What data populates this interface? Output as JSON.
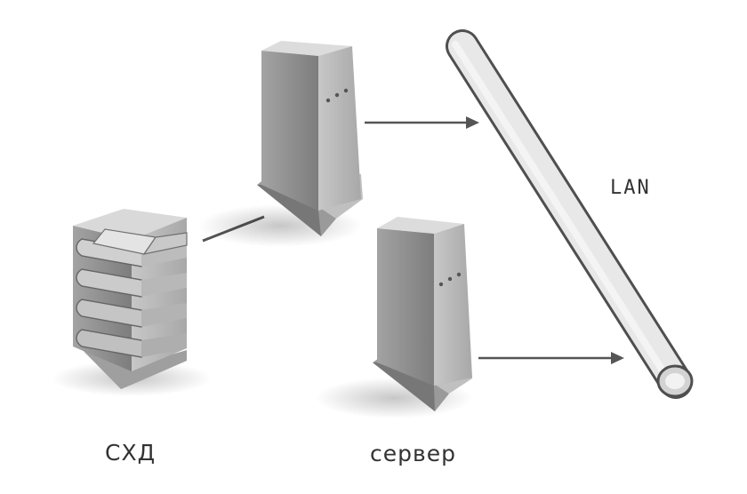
{
  "labels": {
    "network": "LAN",
    "storage": "СХД",
    "server": "сервер"
  },
  "colors": {
    "background": "#ffffff",
    "device_front": "#8e8e8e",
    "device_side": "#b9b9b9",
    "device_top": "#d8d8d8",
    "line": "#555555",
    "pipe_fill": "#e6e6e6",
    "pipe_stroke": "#555555",
    "text": "#333333"
  },
  "icons": {
    "storage": "storage-array-icon",
    "server": "tower-server-icon",
    "network": "lan-pipe-icon"
  }
}
